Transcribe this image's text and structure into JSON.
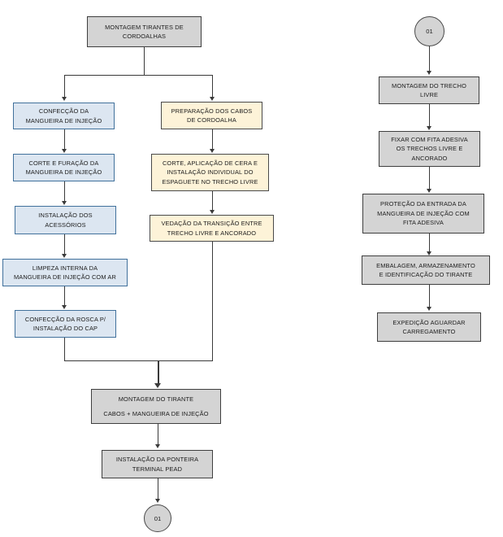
{
  "diagram": {
    "title": "Fluxograma Montagem Tirantes de Cordoalhas",
    "colors": {
      "gray_fill": "#d4d4d4",
      "blue_fill": "#dce6f1",
      "yellow_fill": "#fdf3d8",
      "line": "#3a3a3a",
      "blue_border": "#41719c"
    }
  },
  "nodes": {
    "start": {
      "line1": "MONTAGEM TIRANTES DE",
      "line2": "CORDOALHAS"
    },
    "blue1": {
      "line1": "CONFECÇÃO DA",
      "line2": "MANGUEIRA DE INJEÇÃO"
    },
    "blue2": {
      "line1": "CORTE E FURAÇÃO DA",
      "line2": "MANGUEIRA DE INJEÇÃO"
    },
    "blue3": {
      "line1": "INSTALAÇÃO DOS",
      "line2": "ACESSÓRIOS"
    },
    "blue4": {
      "line1": "LIMPEZA INTERNA DA",
      "line2": "MANGUEIRA DE INJEÇÃO COM AR"
    },
    "blue5": {
      "line1": "CONFECÇÃO DA ROSCA P/",
      "line2": "INSTALAÇÃO DO CAP"
    },
    "yellow1": {
      "line1": "PREPARAÇÃO DOS CABOS",
      "line2": "DE CORDOALHA"
    },
    "yellow2": {
      "line1": "CORTE, APLICAÇÃO DE CERA E",
      "line2": "INSTALAÇÃO INDIVIDUAL DO",
      "line3": "ESPAGUETE NO TRECHO LIVRE"
    },
    "yellow3": {
      "line1": "VEDAÇÃO DA TRANSIÇÃO ENTRE",
      "line2": "TRECHO LIVRE E ANCORADO"
    },
    "merge1": {
      "line1": "MONTAGEM DO TIRANTE",
      "line2": "CABOS + MANGUEIRA DE INJEÇÃO"
    },
    "merge2": {
      "line1": "INSTALAÇÃO DA PONTEIRA",
      "line2": "TERMINAL PEAD"
    },
    "connector_bottom": {
      "label": "01"
    },
    "connector_top": {
      "label": "01"
    },
    "right1": {
      "line1": "MONTAGEM DO TRECHO",
      "line2": "LIVRE"
    },
    "right2": {
      "line1": "FIXAR COM FITA ADESIVA",
      "line2": "OS TRECHOS LIVRE E",
      "line3": "ANCORADO"
    },
    "right3": {
      "line1": "PROTEÇÃO DA ENTRADA DA",
      "line2": "MANGUEIRA DE INJEÇÃO COM",
      "line3": "FITA ADESIVA"
    },
    "right4": {
      "line1": "EMBALAGEM, ARMAZENAMENTO",
      "line2": "E IDENTIFICAÇÃO DO TIRANTE"
    },
    "right5": {
      "line1": "EXPEDIÇÃO AGUARDAR",
      "line2": "CARREGAMENTO"
    }
  }
}
